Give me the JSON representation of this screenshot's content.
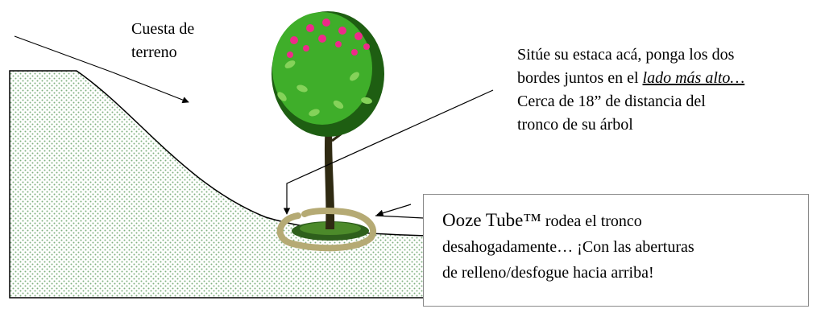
{
  "labels": {
    "slope": [
      "Cuesta de",
      "terreno"
    ],
    "stake": {
      "line1": "Sitúe su estaca acá, ponga los dos",
      "line2_prefix": "bordes juntos en el ",
      "line2_emphasis": "lado más alto…",
      "line3": "Cerca de 18” de distancia del",
      "line4": "tronco de su árbol"
    },
    "tube": {
      "product": "Ooze Tube™",
      "line1_rest": " rodea el tronco",
      "line2": "desahogadamente… ¡Con las aberturas",
      "line3": "de relleno/desfogue hacia arriba!"
    }
  },
  "colors": {
    "ground_dots": "#7fb07f",
    "tube": "#b5aa74",
    "leaf": "#3fae2a",
    "leaf_dark": "#1e5e12",
    "flower": "#ee2a8a",
    "trunk": "#2f2a12"
  }
}
